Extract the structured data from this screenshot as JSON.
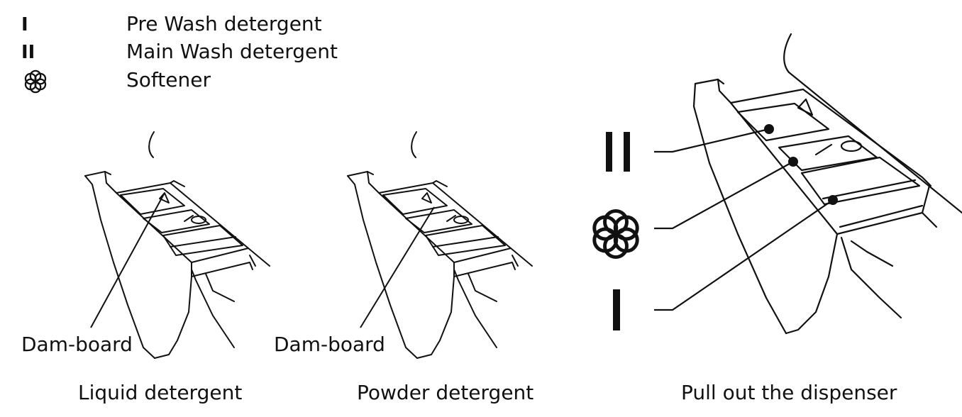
{
  "legend": [
    {
      "symbol": "I",
      "text": "Pre Wash detergent"
    },
    {
      "symbol": "II",
      "text": "Main Wash detergent"
    },
    {
      "symbol": "flower-icon",
      "text": "Softener"
    }
  ],
  "panels": [
    {
      "callout": "Dam-board",
      "caption": "Liquid detergent"
    },
    {
      "callout": "Dam-board",
      "caption": "Powder detergent"
    },
    {
      "caption": "Pull out the dispenser"
    }
  ],
  "compartment_markers": [
    "II",
    "flower-icon",
    "I"
  ]
}
